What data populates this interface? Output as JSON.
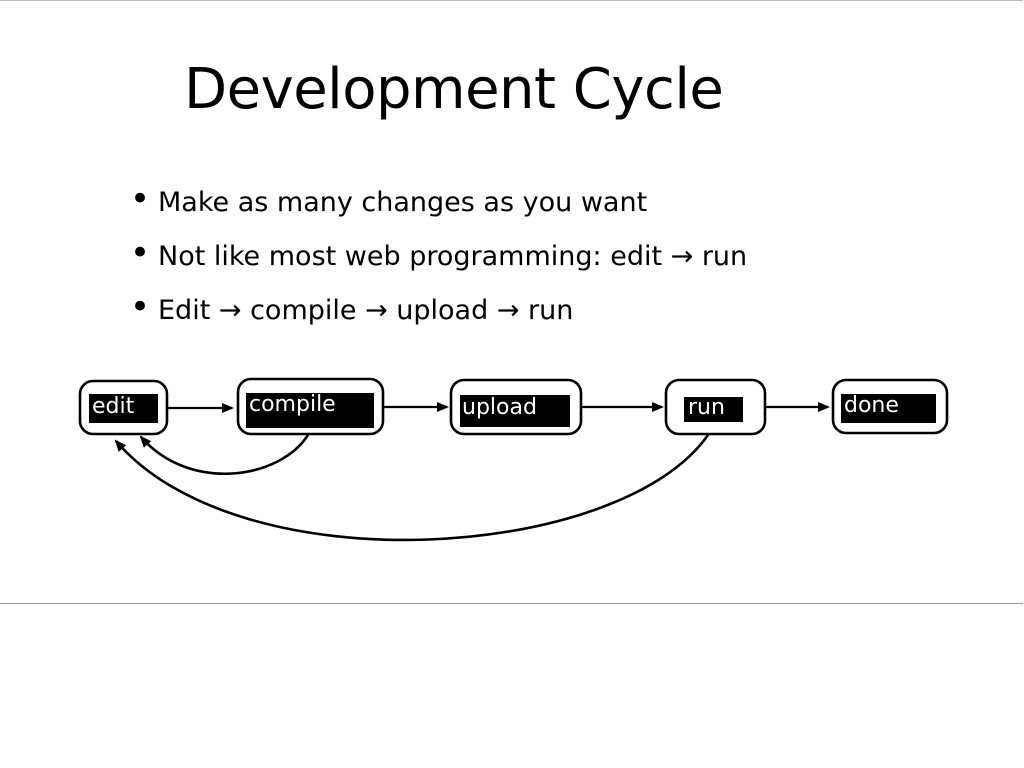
{
  "slide": {
    "title": "Development Cycle",
    "bullets": [
      "Make as many changes as you want",
      "Not like most web programming: edit → run",
      "Edit → compile → upload → run"
    ],
    "bullet_symbol": "•"
  },
  "diagram": {
    "nodes": {
      "edit": "edit",
      "compile": "compile",
      "upload": "upload",
      "run": "run",
      "done": "done"
    }
  }
}
